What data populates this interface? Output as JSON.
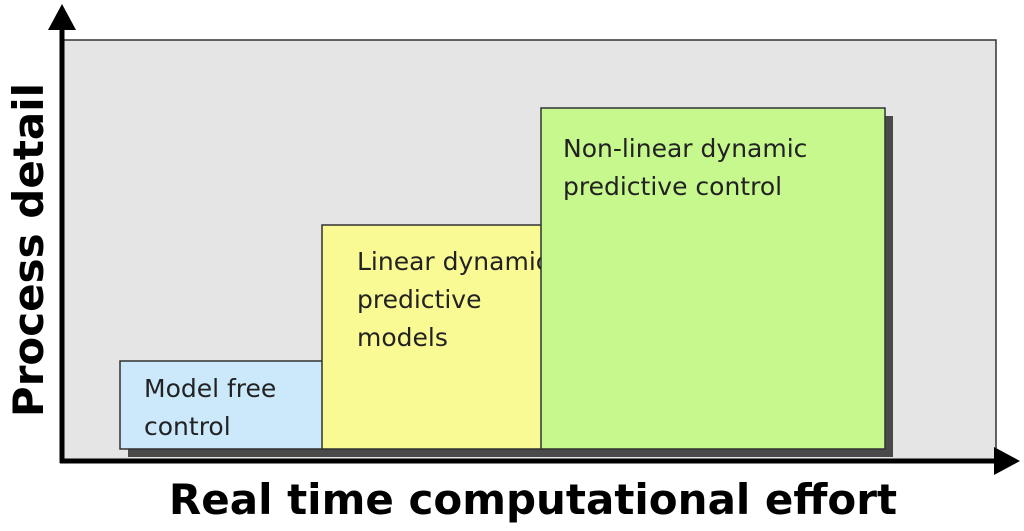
{
  "axes": {
    "x_label": "Real time computational effort",
    "y_label": "Process detail"
  },
  "boxes": [
    {
      "id": "model-free",
      "lines": [
        "Model free",
        "control"
      ],
      "fill": "#cce9fb"
    },
    {
      "id": "linear",
      "lines": [
        "Linear dynamic",
        "predictive",
        "models"
      ],
      "fill": "#fafa94"
    },
    {
      "id": "nonlinear",
      "lines": [
        "Non-linear dynamic",
        "predictive control"
      ],
      "fill": "#c7f88d"
    }
  ],
  "colors": {
    "plot_background": "#e5e5e5",
    "shadow": "#4a4a4a",
    "axis": "#000000"
  }
}
